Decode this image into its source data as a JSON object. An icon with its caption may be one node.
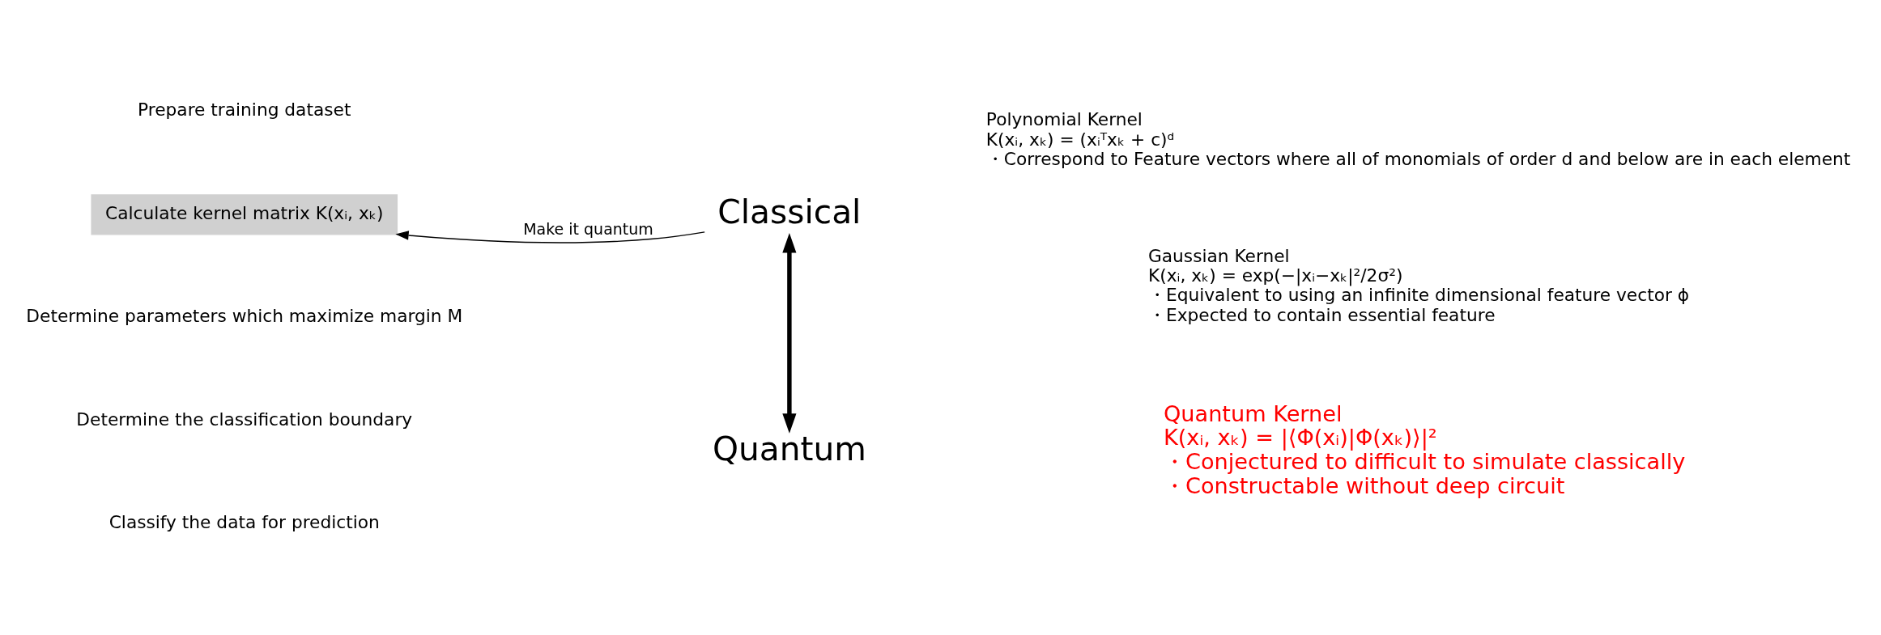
{
  "diagram": {
    "nodes": [
      {
        "text": [
          "Prepare training dataset"
        ]
      },
      {
        "text": [
          "Calculate kernel matrix K(xᵢ, xₖ)"
        ]
      },
      {
        "text": [
          "Determine parameters which maximize margin M"
        ]
      },
      {
        "text": [
          "Determine the classification boundary"
        ]
      },
      {
        "text": [
          "Classify the data for prediction"
        ]
      },
      {
        "text": [
          "Classical"
        ]
      },
      {
        "text": [
          "Polynomial Kernel",
          "K(xᵢ, xₖ) = (xᵢᵀxₖ + c)ᵈ",
          "・Correspond to Feature vectors where all of monomials of order d and below are in each element"
        ]
      },
      {
        "text": [
          "Gaussian Kernel",
          "K(xᵢ, xₖ) = exp(−|xᵢ−xₖ|²/2σ²)",
          "・Equivalent to using an infinite dimensional feature vector ϕ",
          "・Expected to contain essential feature"
        ]
      },
      {
        "text": [
          "Quantum"
        ]
      },
      {
        "text": [
          "Quantum Kernel",
          "K(xᵢ, xₖ) = |⟨Φ(xᵢ)|Φ(xₖ)⟩|²",
          "・Conjectured to difficult to simulate classically",
          "・Constructable without deep circuit"
        ]
      }
    ],
    "edges": [
      {
        "from": 5,
        "to": 1,
        "arrow": "to",
        "label": "Make it quantum"
      },
      {
        "from": 5,
        "to": 8,
        "arrow": "both",
        "style": "thick"
      }
    ]
  }
}
